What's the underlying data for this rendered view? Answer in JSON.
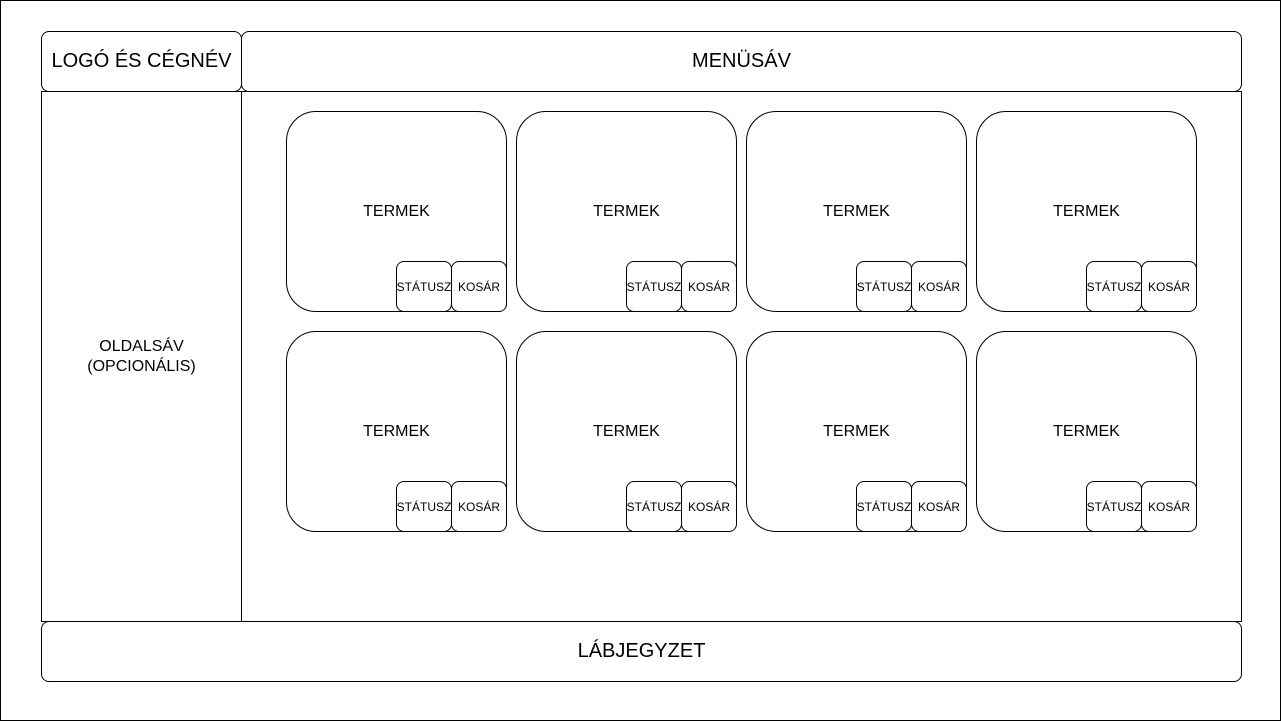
{
  "header": {
    "logo_label": "LOGÓ ÉS CÉGNÉV",
    "menu_label": "MENÜSÁV"
  },
  "sidebar": {
    "label_line1": "OLDALSÁV",
    "label_line2": "(OPCIONÁLIS)"
  },
  "footer": {
    "label": "LÁBJEGYZET"
  },
  "products": [
    {
      "label": "TERMEK",
      "status_label": "STÁTUSZ",
      "cart_label": "KOSÁR"
    },
    {
      "label": "TERMEK",
      "status_label": "STÁTUSZ",
      "cart_label": "KOSÁR"
    },
    {
      "label": "TERMEK",
      "status_label": "STÁTUSZ",
      "cart_label": "KOSÁR"
    },
    {
      "label": "TERMEK",
      "status_label": "STÁTUSZ",
      "cart_label": "KOSÁR"
    },
    {
      "label": "TERMEK",
      "status_label": "STÁTUSZ",
      "cart_label": "KOSÁR"
    },
    {
      "label": "TERMEK",
      "status_label": "STÁTUSZ",
      "cart_label": "KOSÁR"
    },
    {
      "label": "TERMEK",
      "status_label": "STÁTUSZ",
      "cart_label": "KOSÁR"
    },
    {
      "label": "TERMEK",
      "status_label": "STÁTUSZ",
      "cart_label": "KOSÁR"
    }
  ],
  "colors": {
    "stroke": "#000000",
    "background": "#ffffff"
  }
}
